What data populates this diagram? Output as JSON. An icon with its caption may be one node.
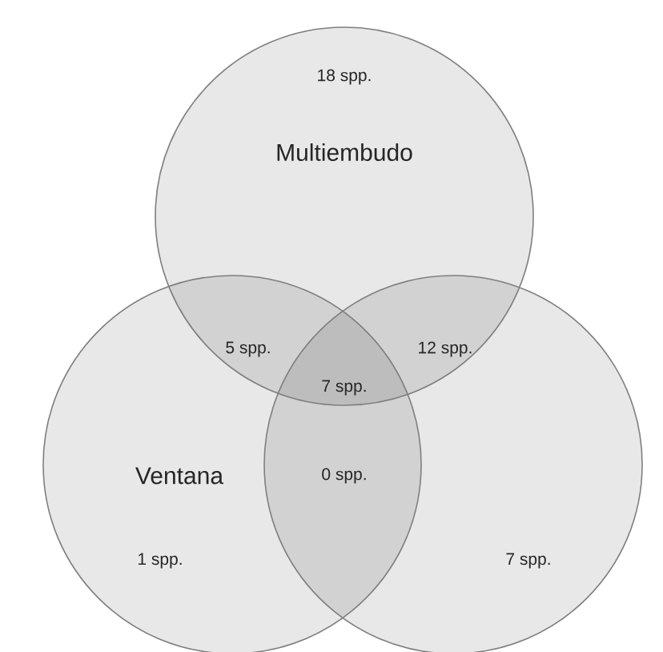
{
  "diagram": {
    "nodes": [
      {
        "text": [
          "Multiembudo"
        ]
      },
      {
        "text": [
          "Ventana"
        ]
      },
      {
        "text": [],
        "shape": "circle"
      }
    ],
    "labels": [
      "18 spp.",
      "5 spp.",
      "12 spp.",
      "7 spp.",
      "0 spp.",
      "1 spp.",
      "7 spp."
    ]
  }
}
